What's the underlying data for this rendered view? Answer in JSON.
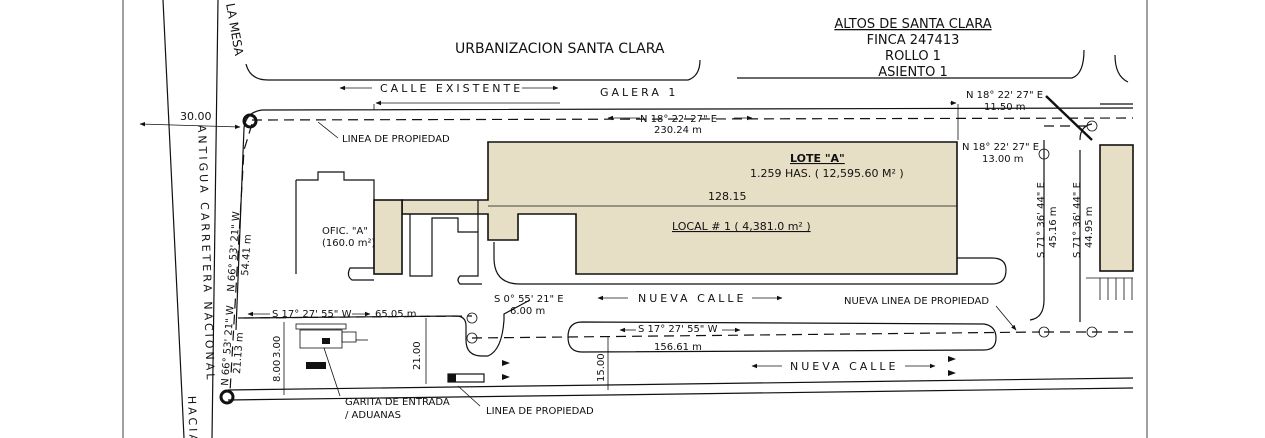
{
  "labels": {
    "urbanizacion": "URBANIZACION SANTA CLARA",
    "altos": "ALTOS DE SANTA CLARA",
    "finca": "FINCA 247413",
    "rollo": "ROLLO 1",
    "asiento": "ASIENTO 1",
    "calle_existente": "CALLE EXISTENTE",
    "galera": "GALERA 1",
    "road_west_top": "LA MESA",
    "road_west": "ANTIGUA CARRETERA NACIONAL",
    "road_west_bottom": "HACIA",
    "width_30": "30.00",
    "linea_prop_top": "LINEA DE PROPIEDAD",
    "linea_prop_bottom": "LINEA DE PROPIEDAD",
    "nueva_linea": "NUEVA LINEA DE PROPIEDAD",
    "nueva_calle_1": "NUEVA CALLE",
    "nueva_calle_2": "NUEVA CALLE",
    "garita_1": "GARITA DE ENTRADA",
    "garita_2": "/ ADUANAS",
    "ofic_name": "OFIC. \"A\"",
    "ofic_area": "(160.0 m²)"
  },
  "lote": {
    "title": "LOTE \"A\"",
    "area": "1.259  HAS. ( 12,595.60 M² )",
    "width": "128.15",
    "local": "LOCAL # 1 ( 4,381.0 m² )"
  },
  "bearings": {
    "north_top": "N 18° 22' 27\" E",
    "north_top_len": "230.24 m",
    "ne_corner": "N 18° 22' 27\" E",
    "ne_corner_len": "11.50 m",
    "ne_second": "N 18° 22' 27\" E",
    "ne_second_len": "13.00 m",
    "east_1": "S 71° 36' 44\" E",
    "east_1_len": "45.16 m",
    "east_2": "S 71° 36' 44\" E",
    "east_2_len": "44.95 m",
    "west_1": "N 66° 53' 21\" W",
    "west_1_len": "54.41 m",
    "west_2": "N 66° 53' 21\" W",
    "west_2_len": "21.13 m",
    "south_1": "S 17° 27' 55\" W",
    "south_1_len": "65.05 m",
    "south_2": "S 0° 55' 21\" E",
    "south_2_len": "6.00 m",
    "south_3": "S 17° 27' 55\" W",
    "south_3_len": "156.61 m",
    "dim_3": "3.00",
    "dim_8": "8.00",
    "dim_21": "21.00",
    "dim_15": "15.00"
  }
}
